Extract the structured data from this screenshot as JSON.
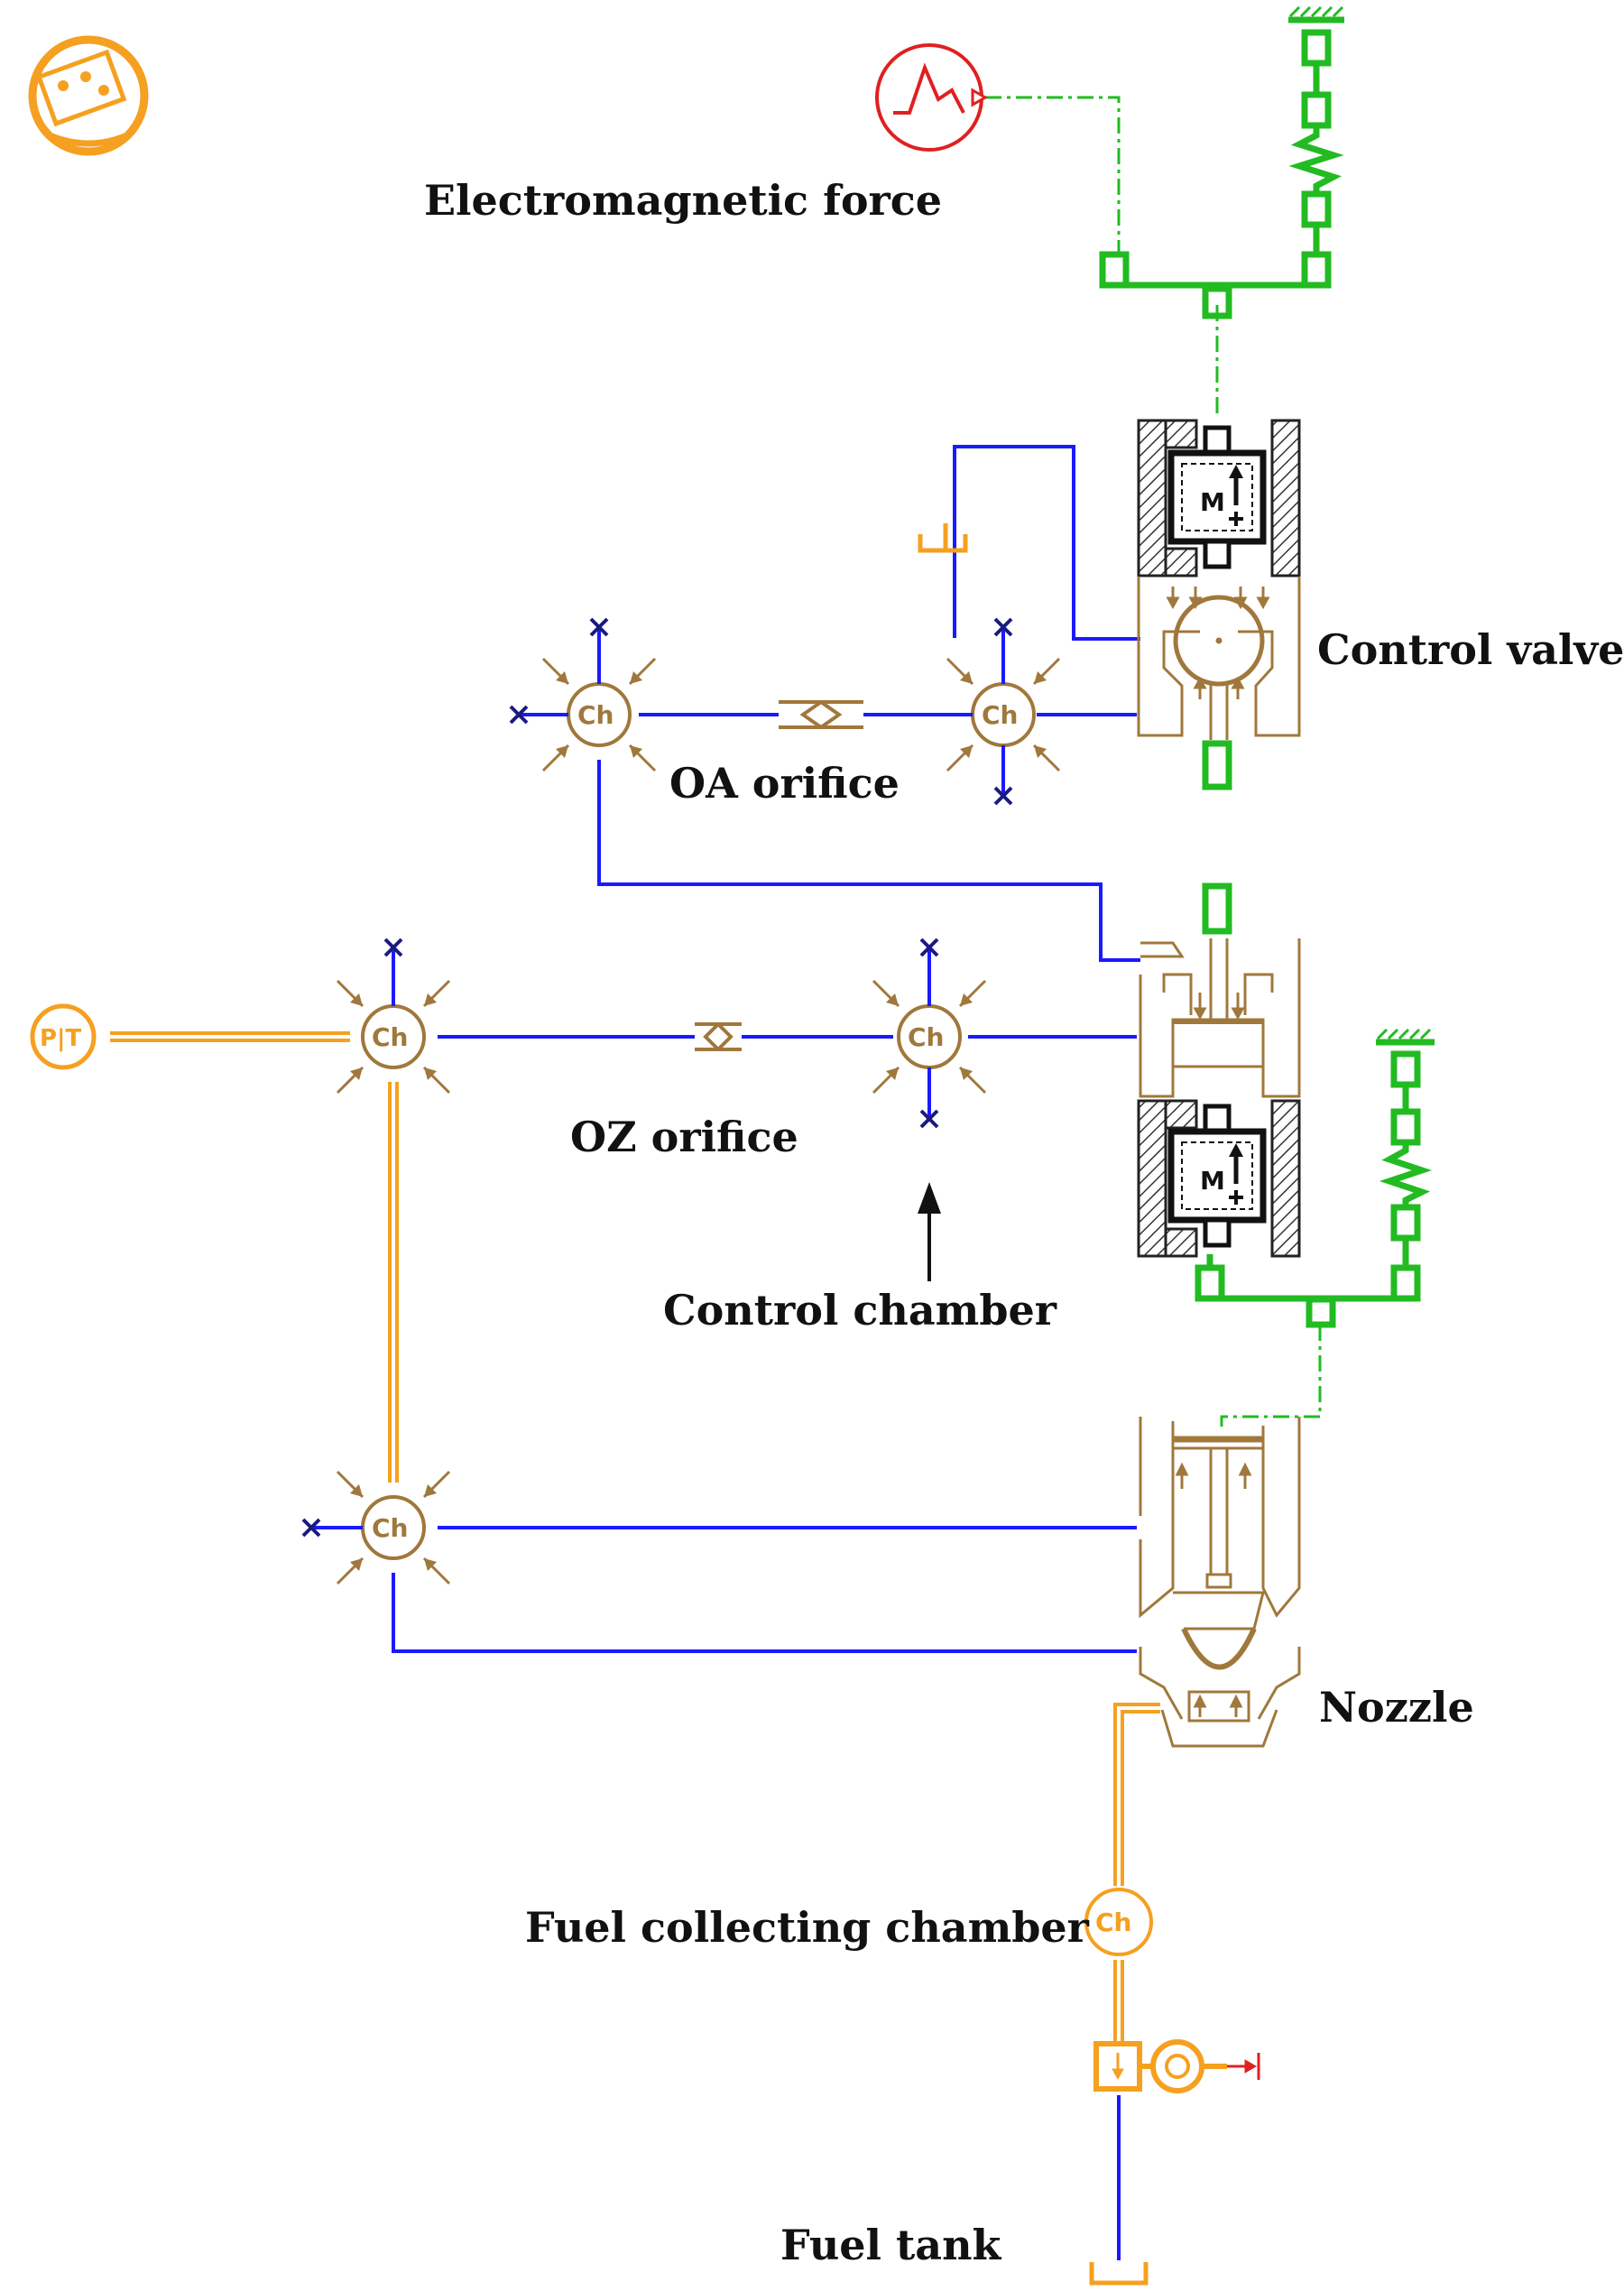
{
  "labels": {
    "electromagnetic_force": "Electromagnetic force",
    "control_valve": "Control valve",
    "oa_orifice": "OA orifice",
    "oz_orifice": "OZ orifice",
    "control_chamber": "Control chamber",
    "nozzle": "Nozzle",
    "fuel_collecting_chamber": "Fuel collecting chamber",
    "fuel_tank": "Fuel tank"
  },
  "chamber_label": "Ch",
  "pt_source_label": "P|T",
  "mass_label": "M",
  "colors": {
    "hydraulic_line": "#1a1aff",
    "fuel_line": "#f5a020",
    "mechanical": "#22bb22",
    "component": "#a0783c",
    "signal": "#e02020",
    "cap": "#1a1a80",
    "housing": "#222222"
  }
}
